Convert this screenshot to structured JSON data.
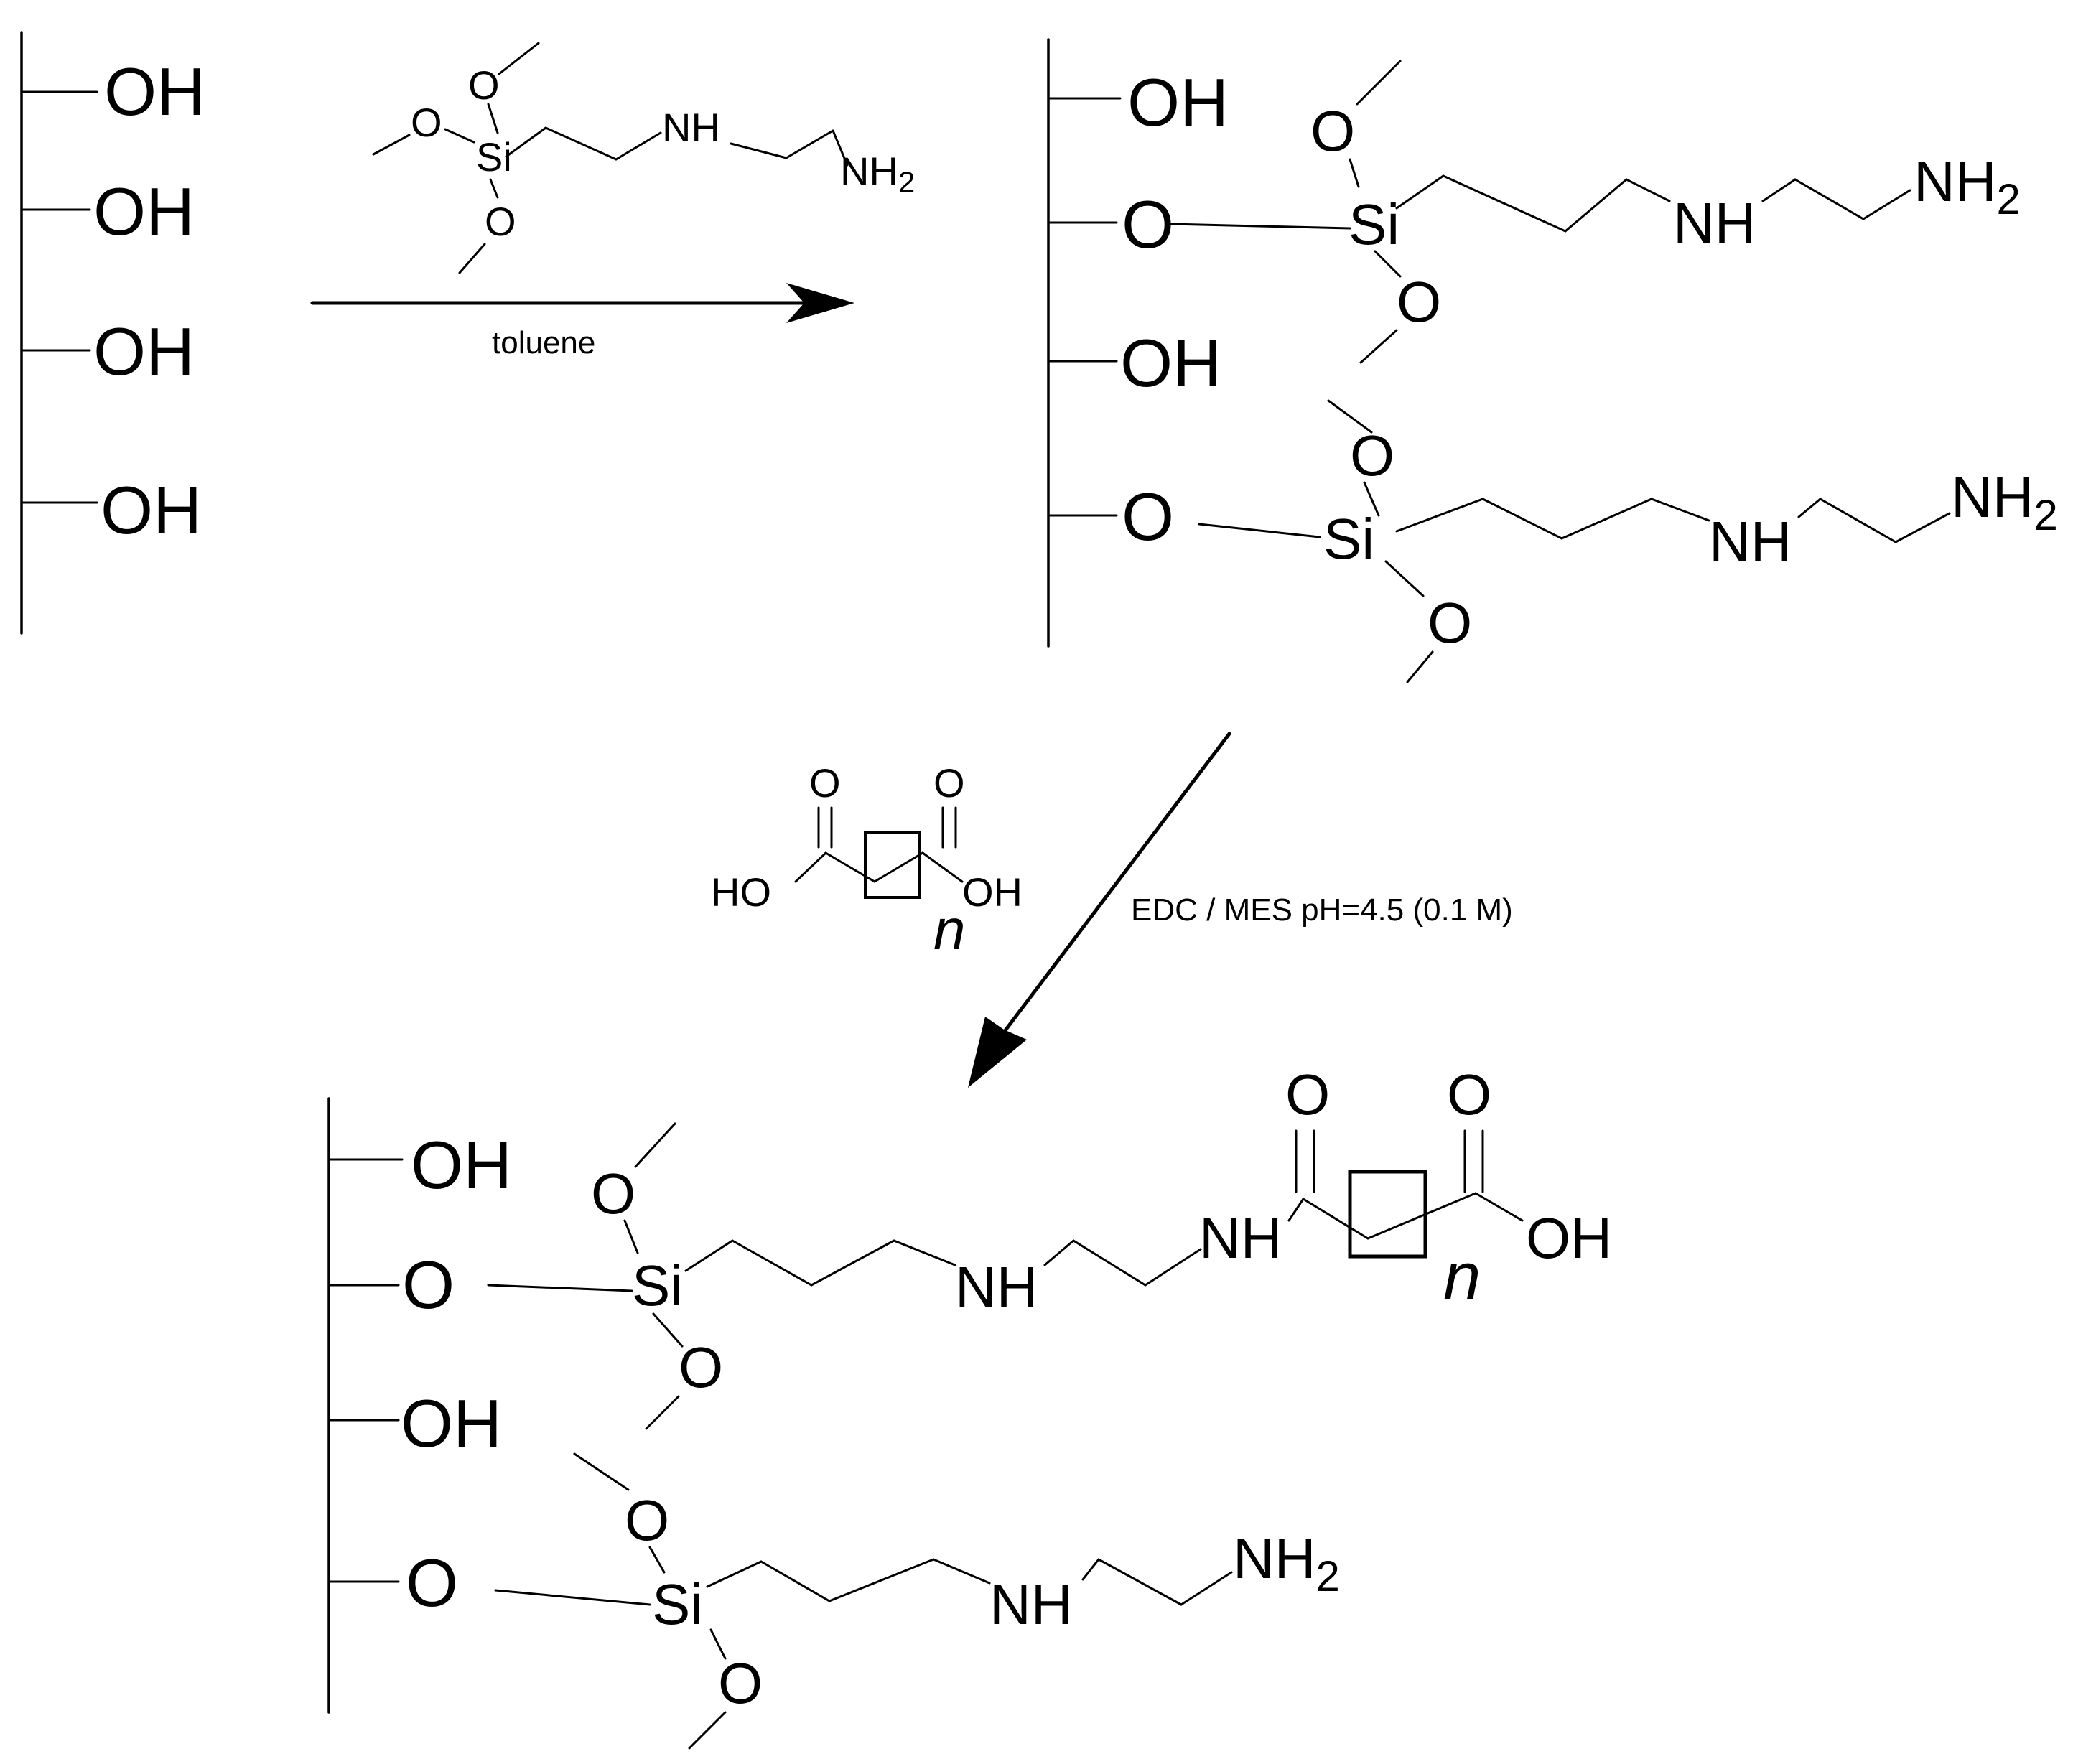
{
  "labels": {
    "OH": "OH",
    "O": "O",
    "Si": "Si",
    "NH": "NH",
    "NH2_main": "NH",
    "NH2_sub": "2",
    "HO": "HO",
    "n": "n"
  },
  "conditions": {
    "step1": "toluene",
    "step2": "EDC / MES pH=4.5 (0.1 M)"
  }
}
